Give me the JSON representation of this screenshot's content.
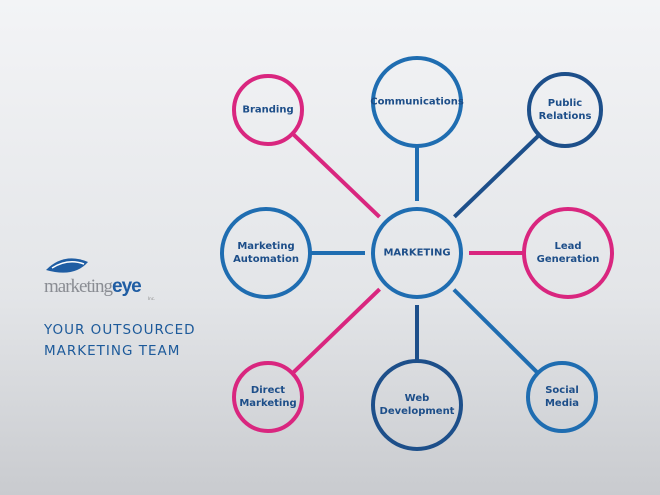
{
  "brand": {
    "name_light": "marketing",
    "name_bold": "eye",
    "tm": "Inc.",
    "tagline_line1": "YOUR OUTSOURCED",
    "tagline_line2": "MARKETING TEAM"
  },
  "colors": {
    "pink": "#d9267f",
    "blue": "#1f6db1",
    "dark_blue": "#1d4f8a"
  },
  "center": {
    "label": "MARKETING"
  },
  "nodes": [
    {
      "id": "branding",
      "label": "Branding",
      "color": "pink"
    },
    {
      "id": "communications",
      "label": "Communications",
      "color": "blue"
    },
    {
      "id": "public-relations",
      "label": "Public\nRelations",
      "color": "dark_blue"
    },
    {
      "id": "marketing-automation",
      "label": "Marketing\nAutomation",
      "color": "blue"
    },
    {
      "id": "lead-generation",
      "label": "Lead\nGeneration",
      "color": "pink"
    },
    {
      "id": "direct-marketing",
      "label": "Direct\nMarketing",
      "color": "pink"
    },
    {
      "id": "web-development",
      "label": "Web\nDevelopment",
      "color": "dark_blue"
    },
    {
      "id": "social-media",
      "label": "Social\nMedia",
      "color": "blue"
    }
  ]
}
